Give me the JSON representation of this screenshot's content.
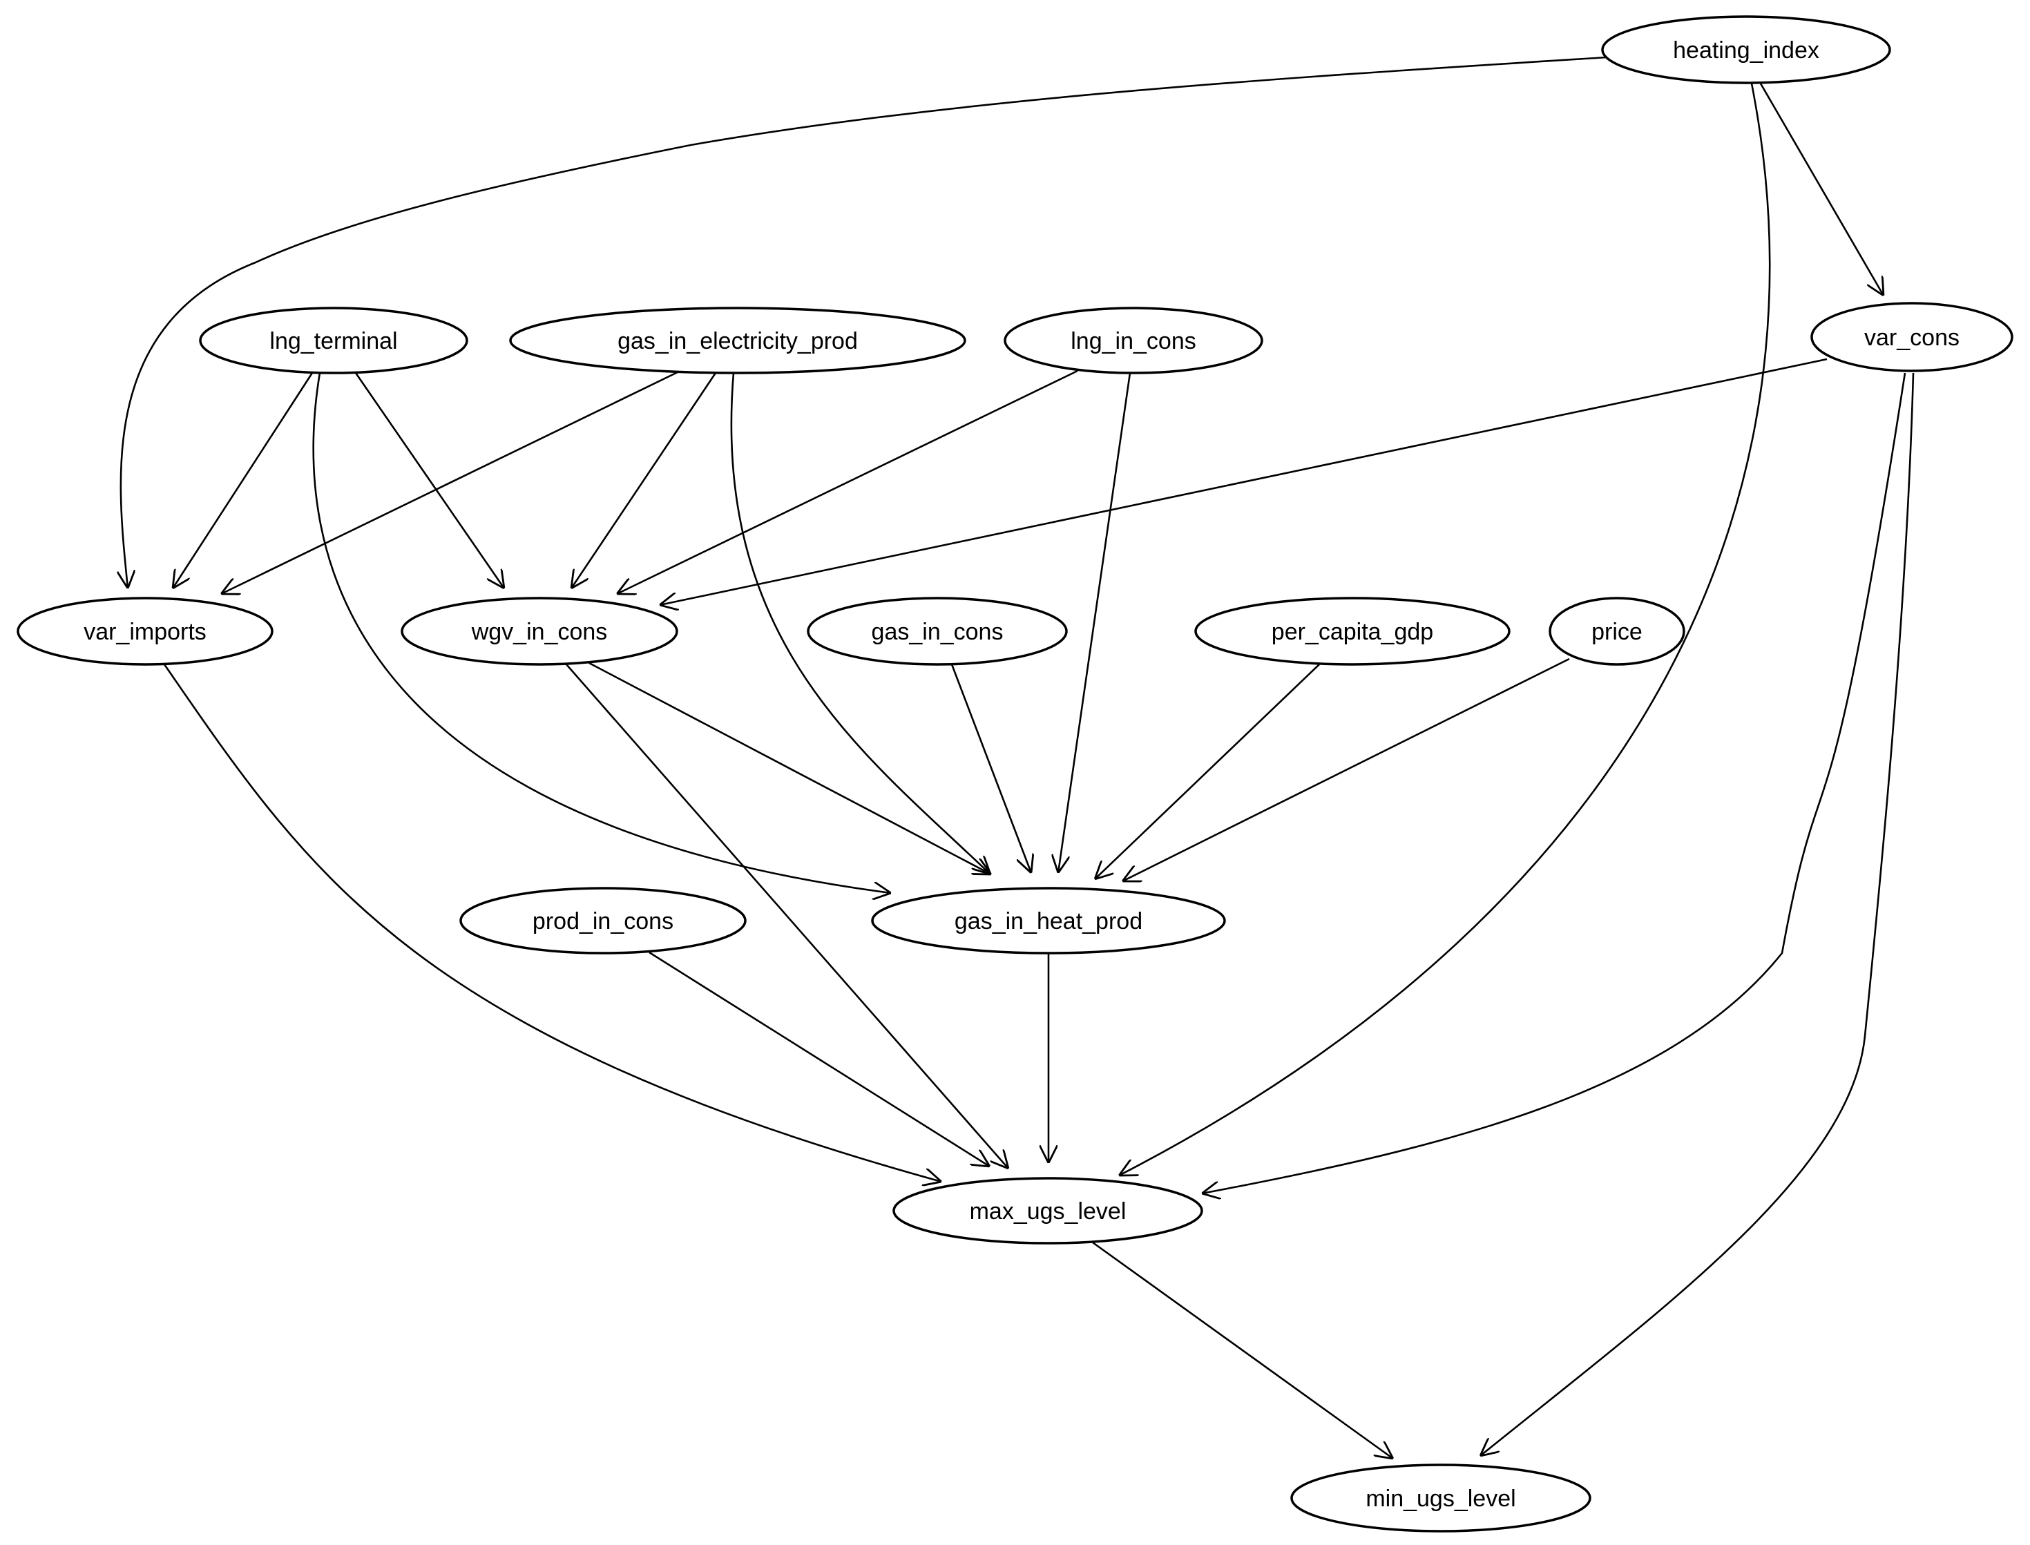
{
  "nodes": {
    "heating_index": "heating_index",
    "lng_terminal": "lng_terminal",
    "gas_in_electricity_prod": "gas_in_electricity_prod",
    "lng_in_cons": "lng_in_cons",
    "var_cons": "var_cons",
    "var_imports": "var_imports",
    "wgv_in_cons": "wgv_in_cons",
    "gas_in_cons": "gas_in_cons",
    "per_capita_gdp": "per_capita_gdp",
    "price": "price",
    "prod_in_cons": "prod_in_cons",
    "gas_in_heat_prod": "gas_in_heat_prod",
    "max_ugs_level": "max_ugs_level",
    "min_ugs_level": "min_ugs_level"
  },
  "edges": [
    {
      "from": "heating_index",
      "to": "var_imports"
    },
    {
      "from": "heating_index",
      "to": "var_cons"
    },
    {
      "from": "heating_index",
      "to": "max_ugs_level"
    },
    {
      "from": "lng_terminal",
      "to": "var_imports"
    },
    {
      "from": "lng_terminal",
      "to": "wgv_in_cons"
    },
    {
      "from": "lng_terminal",
      "to": "gas_in_heat_prod"
    },
    {
      "from": "gas_in_electricity_prod",
      "to": "var_imports"
    },
    {
      "from": "gas_in_electricity_prod",
      "to": "wgv_in_cons"
    },
    {
      "from": "gas_in_electricity_prod",
      "to": "gas_in_heat_prod"
    },
    {
      "from": "lng_in_cons",
      "to": "wgv_in_cons"
    },
    {
      "from": "lng_in_cons",
      "to": "gas_in_heat_prod"
    },
    {
      "from": "var_cons",
      "to": "wgv_in_cons"
    },
    {
      "from": "var_cons",
      "to": "max_ugs_level"
    },
    {
      "from": "var_cons",
      "to": "min_ugs_level"
    },
    {
      "from": "var_imports",
      "to": "max_ugs_level"
    },
    {
      "from": "wgv_in_cons",
      "to": "gas_in_heat_prod"
    },
    {
      "from": "wgv_in_cons",
      "to": "max_ugs_level"
    },
    {
      "from": "gas_in_cons",
      "to": "gas_in_heat_prod"
    },
    {
      "from": "per_capita_gdp",
      "to": "gas_in_heat_prod"
    },
    {
      "from": "price",
      "to": "gas_in_heat_prod"
    },
    {
      "from": "prod_in_cons",
      "to": "max_ugs_level"
    },
    {
      "from": "gas_in_heat_prod",
      "to": "max_ugs_level"
    },
    {
      "from": "max_ugs_level",
      "to": "min_ugs_level"
    }
  ]
}
